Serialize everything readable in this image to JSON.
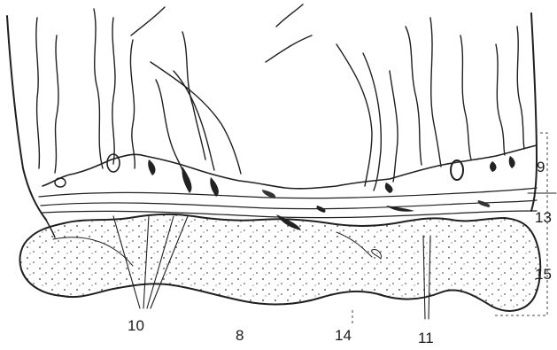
{
  "labels": {
    "l8": "8",
    "l9": "9",
    "l10": "10",
    "l11": "11",
    "l13": "13",
    "l14": "14",
    "l15": "15"
  }
}
